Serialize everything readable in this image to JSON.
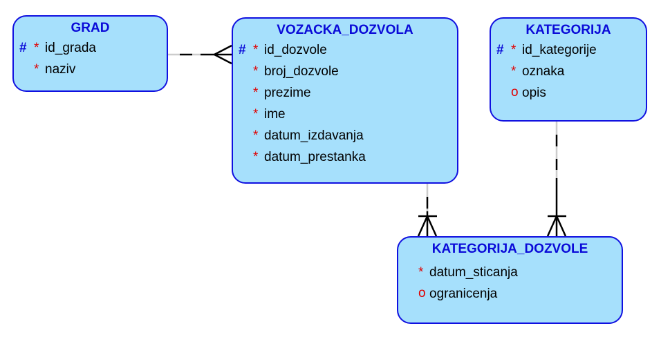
{
  "entities": {
    "grad": {
      "title": "GRAD",
      "attributes": [
        {
          "pk": "#",
          "mark": "*",
          "name": "id_grada"
        },
        {
          "pk": "",
          "mark": "*",
          "name": "naziv"
        }
      ]
    },
    "vozacka": {
      "title": "VOZACKA_DOZVOLA",
      "attributes": [
        {
          "pk": "#",
          "mark": "*",
          "name": "id_dozvole"
        },
        {
          "pk": "",
          "mark": "*",
          "name": "broj_dozvole"
        },
        {
          "pk": "",
          "mark": "*",
          "name": "prezime"
        },
        {
          "pk": "",
          "mark": "*",
          "name": "ime"
        },
        {
          "pk": "",
          "mark": "*",
          "name": "datum_izdavanja"
        },
        {
          "pk": "",
          "mark": "*",
          "name": "datum_prestanka"
        }
      ]
    },
    "kategorija": {
      "title": "KATEGORIJA",
      "attributes": [
        {
          "pk": "#",
          "mark": "*",
          "name": "id_kategorije"
        },
        {
          "pk": "",
          "mark": "*",
          "name": "oznaka"
        },
        {
          "pk": "",
          "mark": "o",
          "name": "opis"
        }
      ]
    },
    "kat_dozvole": {
      "title": "KATEGORIJA_DOZVOLE",
      "attributes": [
        {
          "pk": "",
          "mark": "*",
          "name": "datum_sticanja"
        },
        {
          "pk": "",
          "mark": "o",
          "name": "ogranicenja"
        }
      ]
    }
  },
  "colors": {
    "fill": "#a6e0fc",
    "border": "#1010e0",
    "title": "#0a0ad8",
    "pk": "#0a0ad8",
    "mandatory": "#e00000"
  }
}
